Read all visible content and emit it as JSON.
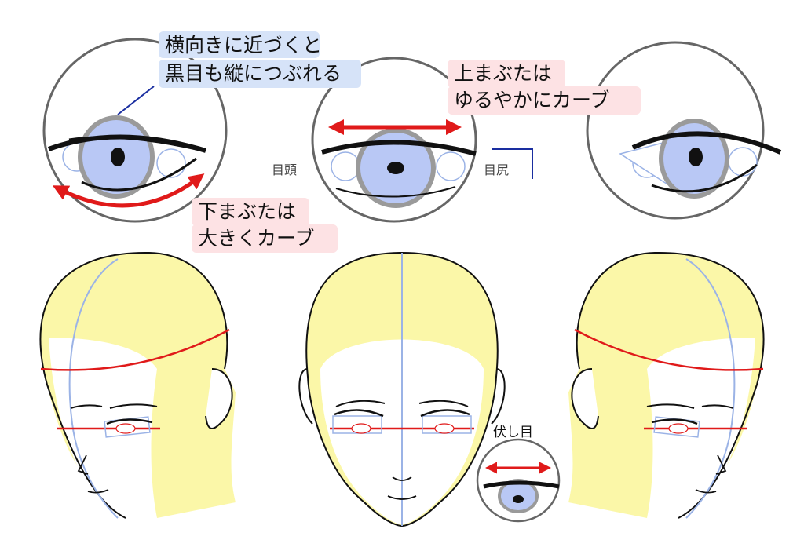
{
  "annotations": {
    "iris_squash": [
      "横向きに近づくと",
      "黒目も縦につぶれる"
    ],
    "upper_lid": [
      "上まぶたは",
      "ゆるやかにカーブ"
    ],
    "lower_lid": [
      "下まぶたは",
      "大きくカーブ"
    ],
    "inner_corner": "目頭",
    "outer_corner": "目尻",
    "downcast_eye": "伏し目"
  },
  "colors": {
    "iris": "#b9c8f5",
    "iris_rim": "#9a9a9a",
    "skin_shadow": "#fbf7a8",
    "guide_red": "#e01a1a",
    "guide_blue": "#1a2ea0",
    "guide_light_blue": "#9bb3e6",
    "highlight_blue": "#d6e3f8",
    "highlight_pink": "#fde2e4",
    "circle_stroke": "#666666"
  }
}
